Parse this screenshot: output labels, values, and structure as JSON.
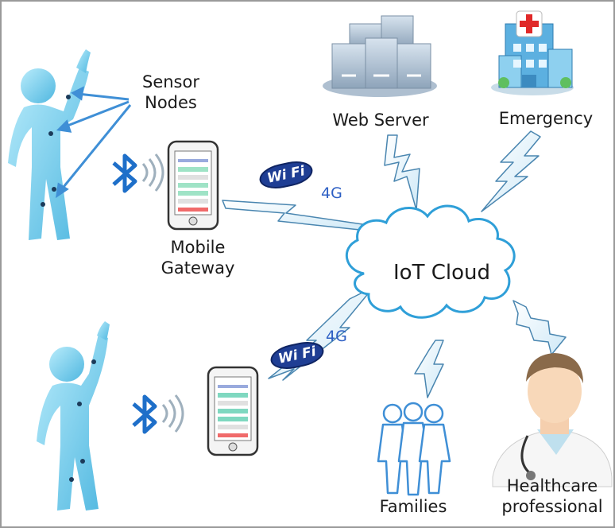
{
  "labels": {
    "sensor_nodes": "Sensor\nNodes",
    "web_server": "Web Server",
    "emergency": "Emergency",
    "mobile_gateway": "Mobile\nGateway",
    "iot_cloud": "IoT Cloud",
    "families": "Families",
    "healthcare": "Healthcare\nprofessional"
  },
  "network": {
    "wifi_top": "Wi Fi",
    "g4_top": "4G",
    "wifi_bottom": "Wi Fi",
    "g4_bottom": "4G"
  },
  "colors": {
    "body": "#7fd3ef",
    "cloud_stroke": "#2f9fd8",
    "bluetooth": "#1e6fc9",
    "wifi": "#1f3e94",
    "arrow": "#3f8fd6"
  },
  "icons": [
    "human-body-icon",
    "bluetooth-icon",
    "smartphone-icon",
    "server-icon",
    "hospital-icon",
    "cloud-icon",
    "people-icon",
    "doctor-icon",
    "lightning-link-icon"
  ]
}
